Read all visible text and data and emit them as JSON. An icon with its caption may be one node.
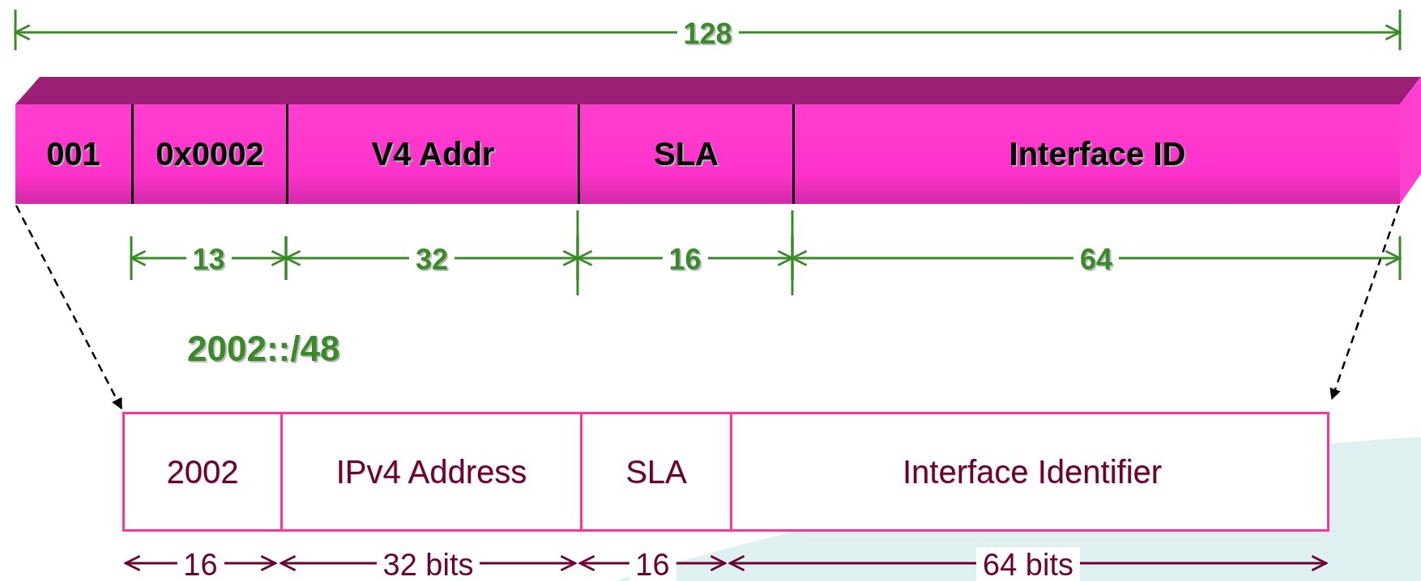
{
  "diagram": {
    "nodes": [
      {
        "text": [],
        "shape": "bar"
      },
      {
        "text": [
          "001"
        ],
        "in": 0
      },
      {
        "text": [
          "0x0002"
        ],
        "in": 0
      },
      {
        "text": [
          "V4 Addr"
        ],
        "in": 0
      },
      {
        "text": [
          "SLA"
        ],
        "in": 0
      },
      {
        "text": [
          "Interface ID"
        ],
        "in": 0
      },
      {
        "text": [],
        "shape": "box"
      },
      {
        "text": [
          "2002"
        ],
        "in": 6
      },
      {
        "text": [
          "IPv4 Address"
        ],
        "in": 6
      },
      {
        "text": [
          "SLA"
        ],
        "in": 6
      },
      {
        "text": [
          "Interface Identifier"
        ],
        "in": 6
      }
    ],
    "edges": [
      {
        "from": 0,
        "to": 6,
        "arrow": "to",
        "style": "dashed"
      },
      {
        "from": 0,
        "to": 6,
        "arrow": "to",
        "style": "dashed"
      }
    ],
    "labels": [
      "128",
      "13",
      "32",
      "16",
      "64",
      "2002::/48",
      "16",
      "32 bits",
      "16",
      "64 bits"
    ]
  }
}
